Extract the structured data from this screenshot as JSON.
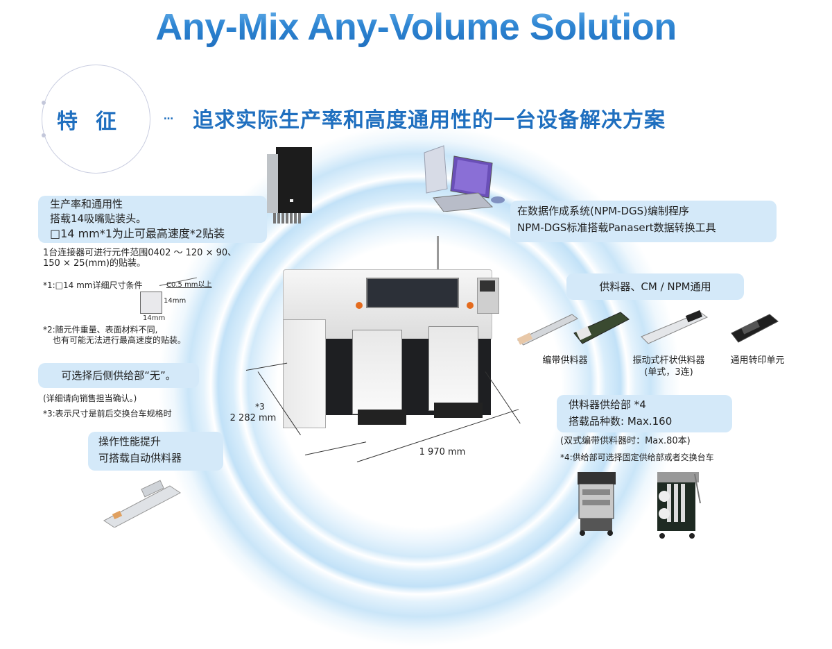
{
  "title": "Any-Mix  Any-Volume Solution",
  "feature": {
    "label": "特征",
    "ellipsis": "…",
    "subtitle": "追求实际生产率和高度通用性的一台设备解决方案"
  },
  "productivity": {
    "lines": [
      "生产率和通用性",
      "搭载14吸嘴贴装头。",
      "□14 mm*1为止可最高速度*2贴装"
    ],
    "range_note": [
      "1台连接器可进行元件范围0402 ～ 120 × 90、",
      "150 × 25(mm)的贴装。"
    ],
    "footnote1": "*1:□14 mm详细尺寸条件",
    "diagram": {
      "chamfer": "C0.5 mm以上",
      "height": "14mm",
      "width": "14mm"
    },
    "footnote2": [
      "*2:随元件重量、表面材料不同,",
      "也有可能无法进行最高速度的贴装。"
    ]
  },
  "rear_supply": {
    "label": "可选择后侧供给部“无”。",
    "sales_note": "(详细请向销售担当确认。)",
    "footnote3": "*3:表示尺寸是前后交换台车规格时"
  },
  "operability": {
    "lines": [
      "操作性能提升",
      "可搭载自动供料器"
    ]
  },
  "dgs": {
    "lines": [
      "在数据作成系统(NPM-DGS)编制程序",
      "NPM-DGS标准搭载Panasert数据转换工具"
    ]
  },
  "feeders": {
    "label": "供料器、CM / NPM通用",
    "items": [
      {
        "name": "编带供料器"
      },
      {
        "name": "振动式杆状供料器",
        "sub": "(单式，3连)"
      },
      {
        "name": "通用转印单元"
      }
    ]
  },
  "feeder_supply": {
    "lines": [
      "供料器供给部 *4",
      "搭载品种数: Max.160"
    ],
    "double_note": "(双式编带供料器时：Max.80本)",
    "footnote4": "*4:供给部可选择固定供给部或者交换台车"
  },
  "dimensions": {
    "depth_mark": "*3",
    "depth": "2 282 mm",
    "width": "1 970 mm"
  },
  "colors": {
    "title_blue": "#2f86d3",
    "heading_blue": "#1f6fbf",
    "bubble_bg": "#d4e9f9",
    "halo_blue": "#bfe0f7"
  },
  "icons": [
    "placement-head-image",
    "computer-image",
    "smt-machine-image",
    "tape-feeder-image",
    "stick-feeder-image",
    "transfer-unit-image",
    "auto-feeder-image",
    "feeder-cart-fixed-image",
    "feeder-cart-exchange-image"
  ]
}
